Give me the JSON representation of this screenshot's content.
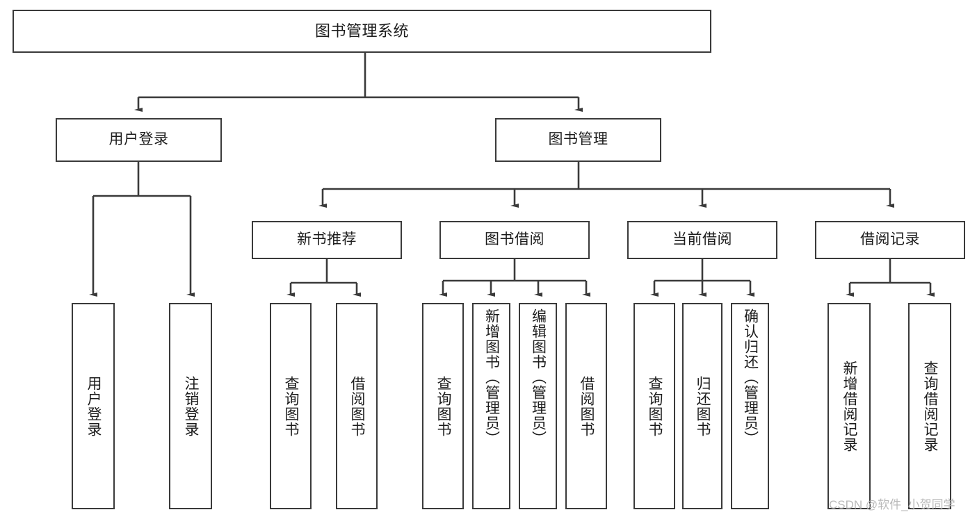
{
  "diagram": {
    "type": "tree-hierarchy",
    "title": "图书管理系统",
    "watermark": "CSDN @软件_小贺同学",
    "colors": {
      "background": "#ffffff",
      "stroke": "#3a3a3a",
      "text": "#1c1c1c",
      "watermark": "#b9b9b9"
    },
    "nodes": {
      "root": {
        "label": "图书管理系统"
      },
      "level2": [
        {
          "id": "user-login",
          "label": "用户登录"
        },
        {
          "id": "book-management",
          "label": "图书管理"
        }
      ],
      "level3": [
        {
          "id": "new-book-recommend",
          "label": "新书推荐"
        },
        {
          "id": "book-borrow",
          "label": "图书借阅"
        },
        {
          "id": "current-borrow",
          "label": "当前借阅"
        },
        {
          "id": "borrow-record",
          "label": "借阅记录"
        }
      ],
      "leaves": {
        "user-login": [
          {
            "id": "leaf-user-login",
            "label": "用户登录"
          },
          {
            "id": "leaf-logout",
            "label": "注销登录"
          }
        ],
        "new-book-recommend": [
          {
            "id": "leaf-query-book-1",
            "label": "查询图书"
          },
          {
            "id": "leaf-borrow-book-1",
            "label": "借阅图书"
          }
        ],
        "book-borrow": [
          {
            "id": "leaf-query-book-2",
            "label": "查询图书"
          },
          {
            "id": "leaf-add-book",
            "label": "新增图书（管理员）"
          },
          {
            "id": "leaf-edit-book",
            "label": "编辑图书（管理员）"
          },
          {
            "id": "leaf-borrow-book-2",
            "label": "借阅图书"
          }
        ],
        "current-borrow": [
          {
            "id": "leaf-query-book-3",
            "label": "查询图书"
          },
          {
            "id": "leaf-return-book",
            "label": "归还图书"
          },
          {
            "id": "leaf-confirm-return",
            "label": "确认归还（管理员）"
          }
        ],
        "borrow-record": [
          {
            "id": "leaf-add-record",
            "label": "新增借阅记录"
          },
          {
            "id": "leaf-query-record",
            "label": "查询借阅记录"
          }
        ]
      }
    }
  }
}
